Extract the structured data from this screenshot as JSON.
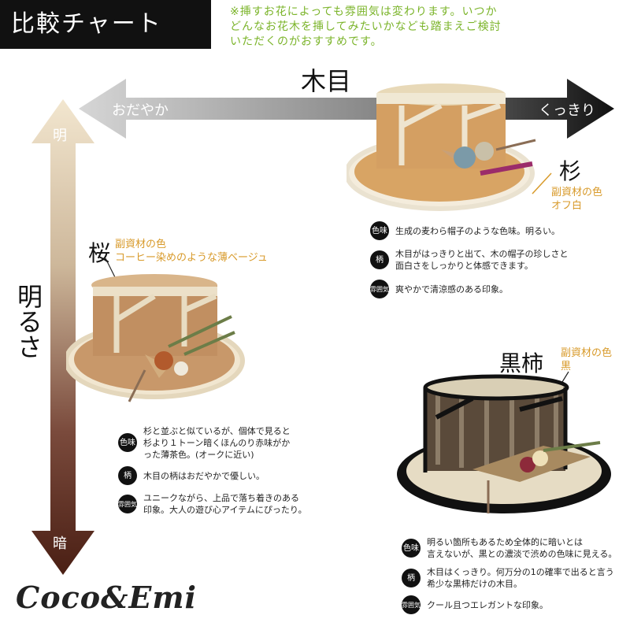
{
  "title": "比較チャート",
  "note": {
    "lines": [
      "※挿すお花によっても雰囲気は変わります。いつか",
      "どんなお花木を挿してみたいかなども踏まえご検討",
      "いただくのがおすすめです。"
    ]
  },
  "axis_x": {
    "label": "木目",
    "left": "おだやか",
    "right": "くっきり"
  },
  "axis_y": {
    "label": "明るさ",
    "top": "明",
    "bottom": "暗"
  },
  "hats": [
    {
      "name": "杉",
      "sub_label": "副資材の色",
      "sub_color": "オフ白",
      "rows": [
        {
          "badge": "色味",
          "text": [
            "生成の麦わら帽子のような色味。明るい。"
          ]
        },
        {
          "badge": "柄",
          "text": [
            "木目がはっきりと出て、木の帽子の珍しさと",
            "面白さをしっかりと体感できます。"
          ]
        },
        {
          "badge": "雰囲気",
          "text": [
            "爽やかで清涼感のある印象。"
          ]
        }
      ]
    },
    {
      "name": "桜",
      "sub_label": "副資材の色",
      "sub_color": "コーヒー染めのような薄ベージュ",
      "rows": [
        {
          "badge": "色味",
          "text": [
            "杉と並ぶと似ているが、個体で見ると",
            "杉より１トーン暗くほんのり赤味がか",
            "った薄茶色。(オークに近い)"
          ]
        },
        {
          "badge": "柄",
          "text": [
            "木目の柄はおだやかで優しい。"
          ]
        },
        {
          "badge": "雰囲気",
          "text": [
            "ユニークながら、上品で落ち着きのある",
            "印象。大人の遊び心アイテムにぴったり。"
          ]
        }
      ]
    },
    {
      "name": "黒柿",
      "sub_label": "副資材の色",
      "sub_color": "黒",
      "rows": [
        {
          "badge": "色味",
          "text": [
            "明るい箇所もあるため全体的に暗いとは",
            "言えないが、黒との濃淡で渋めの色味に見える。"
          ]
        },
        {
          "badge": "柄",
          "text": [
            "木目はくっきり。何万分の1の確率で出ると言う",
            "希少な黒柿だけの木目。"
          ]
        },
        {
          "badge": "雰囲気",
          "text": [
            "クール且つエレガントな印象。"
          ]
        }
      ]
    }
  ],
  "logo": "Coco&Emi",
  "colors": {
    "accent": "#d89a2a",
    "note": "#7bb42a",
    "arrow_dark": "#111111",
    "arrow_light": "#c8c8c8",
    "v_top": "#f3ead8",
    "v_bottom": "#4a1f14"
  }
}
